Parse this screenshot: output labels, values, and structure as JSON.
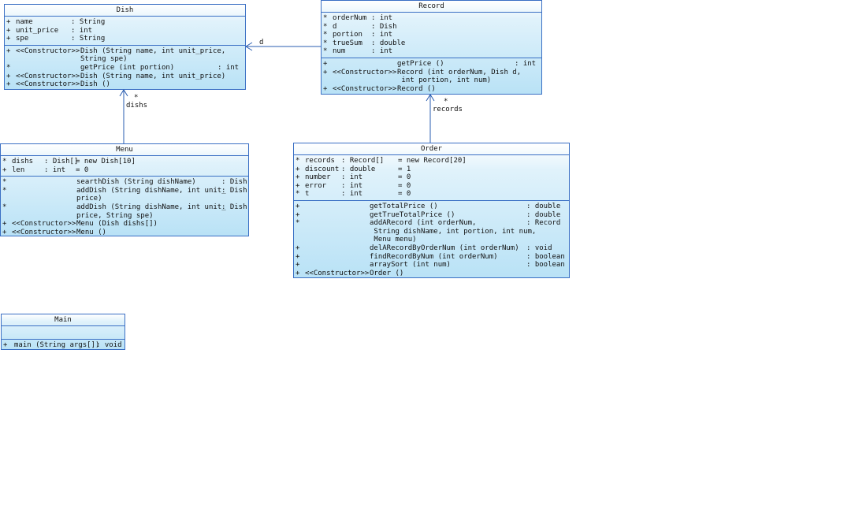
{
  "classes": {
    "dish": {
      "name": "Dish",
      "attributes": [
        {
          "vis": "+",
          "name": "name",
          "type": ": String"
        },
        {
          "vis": "+",
          "name": "unit_price",
          "type": ": int"
        },
        {
          "vis": "+",
          "name": "spe",
          "type": ": String"
        }
      ],
      "operations": [
        {
          "vis": "+",
          "stereo": "<<Constructor>>",
          "sig": "Dish (String name, int unit_price,",
          "type": ""
        },
        {
          "vis": "",
          "stereo": "",
          "sig": "String spe)",
          "type": ""
        },
        {
          "vis": "*",
          "stereo": "",
          "sig": "getPrice (int portion)",
          "type": ": int"
        },
        {
          "vis": "+",
          "stereo": "<<Constructor>>",
          "sig": "Dish (String name, int unit_price)",
          "type": ""
        },
        {
          "vis": "+",
          "stereo": "<<Constructor>>",
          "sig": "Dish ()",
          "type": ""
        }
      ]
    },
    "record": {
      "name": "Record",
      "attributes": [
        {
          "vis": "*",
          "name": "orderNum",
          "type": ": int"
        },
        {
          "vis": "*",
          "name": "d",
          "type": ": Dish"
        },
        {
          "vis": "*",
          "name": "portion",
          "type": ": int"
        },
        {
          "vis": "*",
          "name": "trueSum",
          "type": ": double"
        },
        {
          "vis": "*",
          "name": "num",
          "type": ": int"
        }
      ],
      "operations": [
        {
          "vis": "+",
          "stereo": "",
          "sig": "getPrice ()",
          "type": ": int"
        },
        {
          "vis": "+",
          "stereo": "<<Constructor>>",
          "sig": "Record (int orderNum, Dish d,",
          "type": ""
        },
        {
          "vis": "",
          "stereo": "",
          "sig": " int portion, int num)",
          "type": ""
        },
        {
          "vis": "+",
          "stereo": "<<Constructor>>",
          "sig": "Record ()",
          "type": ""
        }
      ]
    },
    "menu": {
      "name": "Menu",
      "attributes": [
        {
          "vis": "*",
          "name": "dishs",
          "type": ": Dish[]",
          "init": "= new Dish[10]"
        },
        {
          "vis": "+",
          "name": "len",
          "type": ": int",
          "init": "= 0"
        }
      ],
      "operations": [
        {
          "vis": "*",
          "stereo": "",
          "sig": "searthDish (String dishName)",
          "type": ": Dish"
        },
        {
          "vis": "*",
          "stereo": "",
          "sig": "addDish (String dishName, int unit_",
          "type": ": Dish"
        },
        {
          "vis": "",
          "stereo": "",
          "sig": "price)",
          "type": ""
        },
        {
          "vis": "*",
          "stereo": "",
          "sig": "addDish (String dishName, int unit_",
          "type": ": Dish"
        },
        {
          "vis": "",
          "stereo": "",
          "sig": "price, String spe)",
          "type": ""
        },
        {
          "vis": "+",
          "stereo": "<<Constructor>>",
          "sig": "Menu (Dish dishs[])",
          "type": ""
        },
        {
          "vis": "+",
          "stereo": "<<Constructor>>",
          "sig": "Menu ()",
          "type": ""
        }
      ]
    },
    "order": {
      "name": "Order",
      "attributes": [
        {
          "vis": "*",
          "name": "records",
          "type": ": Record[]",
          "init": "= new Record[20]"
        },
        {
          "vis": "+",
          "name": "discount",
          "type": ": double",
          "init": "= 1"
        },
        {
          "vis": "+",
          "name": "number",
          "type": ": int",
          "init": "= 0"
        },
        {
          "vis": "+",
          "name": "error",
          "type": ": int",
          "init": "= 0"
        },
        {
          "vis": "*",
          "name": "t",
          "type": ": int",
          "init": "= 0"
        }
      ],
      "operations": [
        {
          "vis": "+",
          "stereo": "",
          "sig": "getTotalPrice ()",
          "type": ": double"
        },
        {
          "vis": "+",
          "stereo": "",
          "sig": "getTrueTotalPrice ()",
          "type": ": double"
        },
        {
          "vis": "*",
          "stereo": "",
          "sig": "addARecord (int orderNum,",
          "type": ": Record"
        },
        {
          "vis": "",
          "stereo": "",
          "sig": " String dishName, int portion, int num,",
          "type": ""
        },
        {
          "vis": "",
          "stereo": "",
          "sig": " Menu menu)",
          "type": ""
        },
        {
          "vis": "+",
          "stereo": "",
          "sig": "delARecordByOrderNum (int orderNum)",
          "type": ": void"
        },
        {
          "vis": "+",
          "stereo": "",
          "sig": "findRecordByNum (int orderNum)",
          "type": ": boolean"
        },
        {
          "vis": "+",
          "stereo": "",
          "sig": "arraySort (int num)",
          "type": ": boolean"
        },
        {
          "vis": "+",
          "stereo": "<<Constructor>>",
          "sig": "Order ()",
          "type": ""
        }
      ]
    },
    "main": {
      "name": "Main",
      "attributes": [],
      "operations": [
        {
          "vis": "+",
          "stereo": "",
          "sig": "main (String args[])",
          "type": ": void"
        }
      ]
    }
  },
  "associations": {
    "record_dish": {
      "role": "d"
    },
    "menu_dish": {
      "role": "dishs",
      "multiplicity": "*"
    },
    "order_record": {
      "role": "records",
      "multiplicity": "*"
    }
  },
  "colors": {
    "border": "#3a6fc4",
    "fill_light": "#e0f2fb",
    "fill_dark": "#b9e2f6",
    "link": "#2a5db0"
  }
}
